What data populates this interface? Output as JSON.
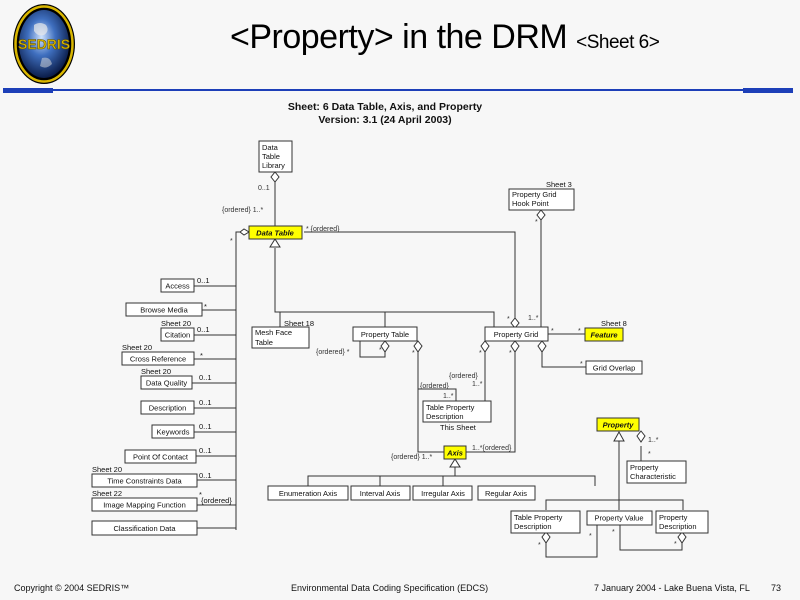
{
  "slide": {
    "title": "<Property> in the DRM",
    "title_suffix": "<Sheet 6>",
    "logo_text": "SEDRIS",
    "accent_color": "#1d3fb8",
    "highlight_color": "#ffff00"
  },
  "diagram": {
    "title_line1": "Sheet: 6 Data Table, Axis, and Property",
    "title_line2": "Version: 3.1  (24 April 2003)",
    "classes": {
      "data_table_library": [
        "Data",
        "Table",
        "Library"
      ],
      "data_table": "Data Table",
      "property_grid_hook_point": [
        "Property Grid",
        "Hook Point"
      ],
      "property_grid_hook_point_sheet": "Sheet 3",
      "mesh_face_table": [
        "Mesh Face",
        "Table"
      ],
      "mesh_face_table_sheet": "Sheet 18",
      "property_table": "Property Table",
      "property_grid": "Property Grid",
      "feature": "Feature",
      "feature_sheet": "Sheet 8",
      "grid_overlap": "Grid Overlap",
      "table_property_description": [
        "Table Property",
        "Description"
      ],
      "table_property_description_note": "This Sheet",
      "axis": "Axis",
      "axis_subclasses": [
        "Enumeration Axis",
        "Interval Axis",
        "Irregular Axis",
        "Regular Axis"
      ],
      "property": "Property",
      "property_characteristic": [
        "Property",
        "Characteristic"
      ],
      "property_subclasses": [
        [
          "Table Property",
          "Description"
        ],
        [
          "Property Value"
        ],
        [
          "Property",
          "Description"
        ]
      ]
    },
    "left_components": [
      {
        "label": "Access",
        "sheet": "",
        "mult": "0..1"
      },
      {
        "label": "Browse Media",
        "sheet": "",
        "mult": "*"
      },
      {
        "label": "Citation",
        "sheet": "Sheet 20",
        "mult": "0..1"
      },
      {
        "label": "Cross Reference",
        "sheet": "Sheet 20",
        "mult": "*"
      },
      {
        "label": "Data Quality",
        "sheet": "Sheet 20",
        "mult": "0..1"
      },
      {
        "label": "Description",
        "sheet": "",
        "mult": "0..1"
      },
      {
        "label": "Keywords",
        "sheet": "",
        "mult": "0..1"
      },
      {
        "label": "Point Of Contact",
        "sheet": "",
        "mult": "0..1"
      },
      {
        "label": "Time Constraints Data",
        "sheet": "Sheet 20",
        "mult": "0..1"
      },
      {
        "label": "Image Mapping Function",
        "sheet": "Sheet 22",
        "mult": "*",
        "extra": "{ordered}"
      },
      {
        "label": "Classification Data",
        "sheet": "",
        "mult": ""
      }
    ],
    "multiplicities": {
      "dtl_zero_one": "0..1",
      "dtl_ordered_one_many": "{ordered} 1..*",
      "dt_star": "*",
      "dt_ordered": "* {ordered}",
      "hook_star": "*",
      "pg_one_many": "1..*",
      "pg_star_left": "*",
      "pg_feature_star": "*",
      "feature_star": "*",
      "grid_overlap_star": "*",
      "pt_ordered_star": "{ordered} *",
      "pt_star1": "*",
      "pt_star2": "*",
      "pg_star_a": "*",
      "pg_star_b": "*",
      "tpd_ordered_a": "{ordered}",
      "tpd_one_many_a": "1..*",
      "tpd_ordered_b": "{ordered}",
      "tpd_one_many_b": "1..*",
      "axis_left": "{ordered} 1..*",
      "axis_right": "1..*{ordered}",
      "prop_char_one_many": "1..*",
      "prop_char_star": "*",
      "tpd2_star": "*",
      "pv_star1": "*",
      "pv_star2": "*",
      "pd_star": "*"
    }
  },
  "footer": {
    "copyright": "Copyright © 2004 SEDRIS™",
    "center": "Environmental Data Coding Specification (EDCS)",
    "date_location": "7 January 2004 - Lake Buena Vista, FL",
    "page_number": "73"
  }
}
